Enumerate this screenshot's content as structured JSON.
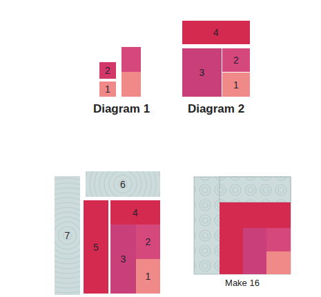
{
  "diagram": {
    "nodes": [
      {
        "text": [
          "2"
        ]
      },
      {
        "text": [
          "1"
        ]
      },
      {
        "text": [
          "4"
        ]
      },
      {
        "text": [
          "3"
        ]
      },
      {
        "text": [
          "2"
        ]
      },
      {
        "text": [
          "1"
        ]
      },
      {
        "text": [
          "6"
        ]
      },
      {
        "text": [
          "7"
        ]
      },
      {
        "text": [
          "5"
        ]
      },
      {
        "text": [
          "4"
        ]
      },
      {
        "text": [
          "3"
        ]
      },
      {
        "text": [
          "2"
        ]
      },
      {
        "text": [
          "1"
        ]
      }
    ],
    "labels": [
      "Diagram 1",
      "Diagram 2",
      "Make 16"
    ]
  }
}
